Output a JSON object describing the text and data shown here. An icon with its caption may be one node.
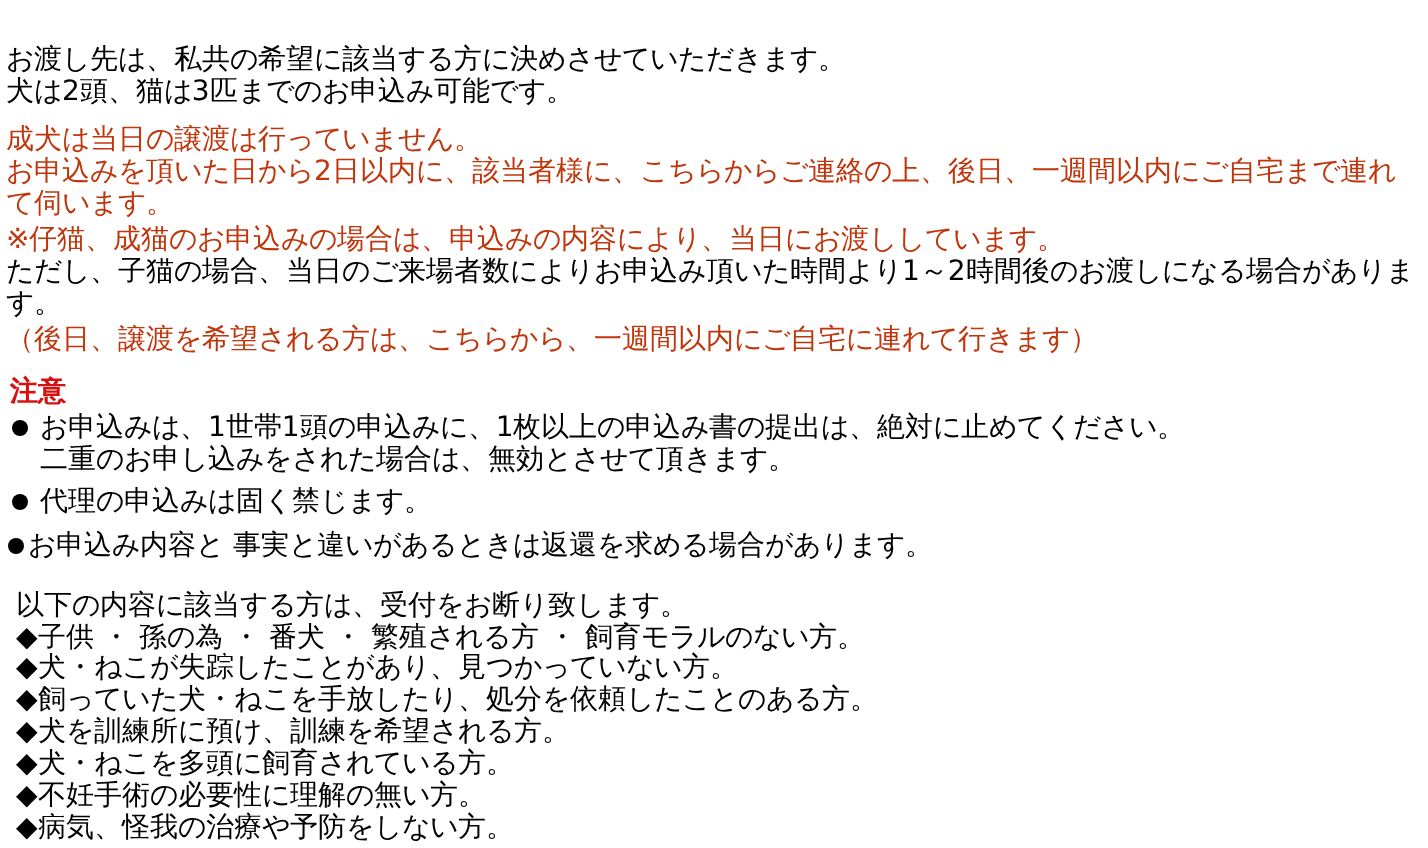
{
  "diagram": {
    "labels": [
      "お渡し先は、私共の希望に該当する方に決めさせていただきます。",
      "犬は2頭、猫は3匹までのお申込み可能です。",
      "成犬は当日の譲渡は行っていません。",
      "お申込みを頂いた日から2日以内に、該当者様に、こちらからご連絡の上、後日、一週間以内にご自宅まで連れて伺います。",
      "※仔猫、成猫のお申込みの場合は、申込みの内容により、当日にお渡ししています。",
      "ただし、子猫の場合、当日のご来場者数によりお申込み頂いた時間より1～2時間後のお渡しになる場合があります。",
      "（後日、譲渡を希望される方は、こちらから、一週間以内にご自宅に連れて行きます）",
      "注意",
      "お申込みは、1世帯1頭の申込みに、1枚以上の申込み書の提出は、絶対に止めてください。",
      "二重のお申し込みをされた場合は、無効とさせて頂きます。",
      "代理の申込みは固く禁じます。",
      "お申込み内容と 事実と違いがあるときは返還を求める場合があります。",
      "以下の内容に該当する方は、受付をお断り致します。",
      "◆子供 ・ 孫の為 ・ 番犬 ・ 繁殖される方 ・ 飼育モラルのない方。",
      "◆犬・ねこが失踪したことがあり、見つかっていない方。",
      "◆飼っていた犬・ねこを手放したり、処分を依頼したことのある方。",
      "◆犬を訓練所に預け、訓練を希望される方。",
      "◆犬・ねこを多頭に飼育されている方。",
      "◆不妊手術の必要性に理解の無い方。",
      "◆病気、怪我の治療や予防をしない方。"
    ]
  }
}
